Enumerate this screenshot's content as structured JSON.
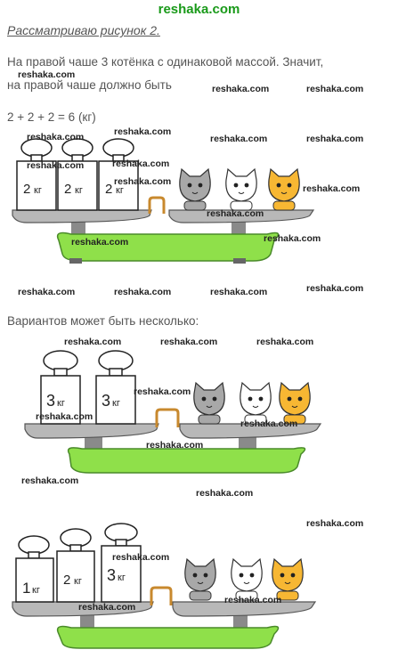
{
  "header": {
    "site": "reshaka.com"
  },
  "content": {
    "heading": "Рассматриваю рисунок 2.",
    "line1": "На правой чаше 3 котёнка с одинаковой массой. Значит,",
    "line2": "на правой чаше должно быть",
    "equation": "2 + 2 + 2 = 6 (кг)",
    "variants": "Вариантов может быть несколько:"
  },
  "scale1": {
    "weights": [
      {
        "num": "2",
        "unit": "кг"
      },
      {
        "num": "2",
        "unit": "кг"
      },
      {
        "num": "2",
        "unit": "кг"
      }
    ]
  },
  "scale2": {
    "weights": [
      {
        "num": "3",
        "unit": "кг"
      },
      {
        "num": "3",
        "unit": "кг"
      }
    ]
  },
  "scale3": {
    "weights": [
      {
        "num": "1",
        "unit": "кг"
      },
      {
        "num": "2",
        "unit": "кг"
      },
      {
        "num": "3",
        "unit": "кг"
      }
    ]
  },
  "watermark": {
    "text": "reshaka.com"
  },
  "colors": {
    "site": "#1a9a1a",
    "scale_base": "#8fe04a",
    "pan": "#b8b8b8",
    "cat_orange": "#f7b733"
  }
}
